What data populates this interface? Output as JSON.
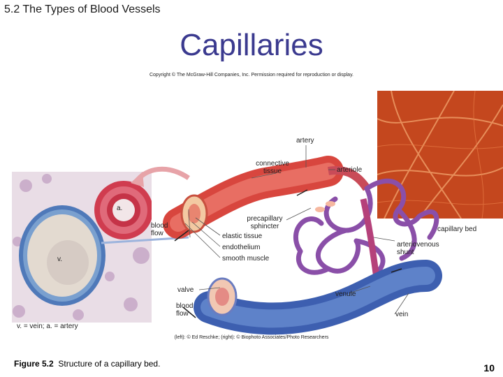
{
  "slide": {
    "section_heading": "5.2 The Types of Blood Vessels",
    "title": "Capillaries",
    "copyright": "Copyright © The McGraw-Hill Companies, Inc. Permission required for reproduction or display.",
    "credit": "(left): © Ed Reschke; (right): © Biophoto Associates/Photo Researchers",
    "caption_label": "Figure 5.2",
    "caption_text": "Structure of a capillary bed.",
    "page_number": "10"
  },
  "diagram": {
    "labels": {
      "artery": "artery",
      "connective_tissue_1": "connective",
      "connective_tissue_2": "tissue",
      "arteriole": "arteriole",
      "precapillary_1": "precapillary",
      "precapillary_2": "sphincter",
      "capillary_bed": "capillary bed",
      "blood_flow_top_1": "blood",
      "blood_flow_top_2": "flow",
      "elastic_tissue": "elastic tissue",
      "endothelium": "endothelium",
      "smooth_muscle": "smooth muscle",
      "arteriovenous_1": "arteriovenous",
      "arteriovenous_2": "shunt",
      "valve": "valve",
      "venule": "venule",
      "blood_flow_bottom_1": "blood",
      "blood_flow_bottom_2": "flow",
      "vein": "vein"
    },
    "micrograph": {
      "label_a": "a.",
      "label_v": "v.",
      "legend": "v. = vein; a. = artery"
    },
    "colors": {
      "artery": "#d8463e",
      "vein": "#3d5fb0",
      "capillary": "#8a4fa8",
      "title": "#3b3a8f"
    }
  }
}
